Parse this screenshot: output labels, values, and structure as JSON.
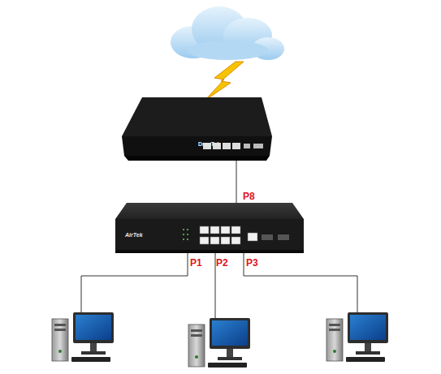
{
  "diagram": {
    "labels": [
      "P8",
      "P1",
      "P2",
      "P3",
      "DrayTek",
      "AirTek"
    ]
  }
}
